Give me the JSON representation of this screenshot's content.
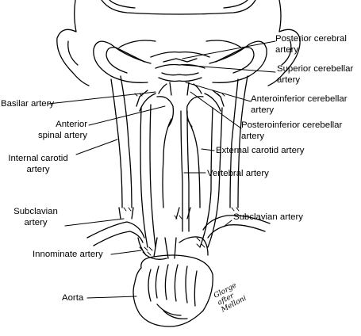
{
  "figure": {
    "ink_color": "#000000",
    "background_color": "#ffffff"
  },
  "labels": {
    "posterior_cerebral": "Posterior cerebral\nartery",
    "superior_cerebellar": "Superior cerebellar\nartery",
    "basilar": "Basilar artery",
    "anteroinferior_cerebellar": "Anteroinferior cerebellar\nartery",
    "anterior_spinal": "Anterior\nspinal artery",
    "posteroinferior_cerebellar": "Posteroinferior cerebellar\nartery",
    "internal_carotid": "Internal carotid\nartery",
    "external_carotid": "External carotid artery",
    "vertebral": "Vertebral artery",
    "subclavian_left": "Subclavian\nartery",
    "subclavian_right": "Subclavian artery",
    "innominate": "Innominate artery",
    "aorta": "Aorta"
  },
  "signature": "Glorge\nafter\nMelloni"
}
